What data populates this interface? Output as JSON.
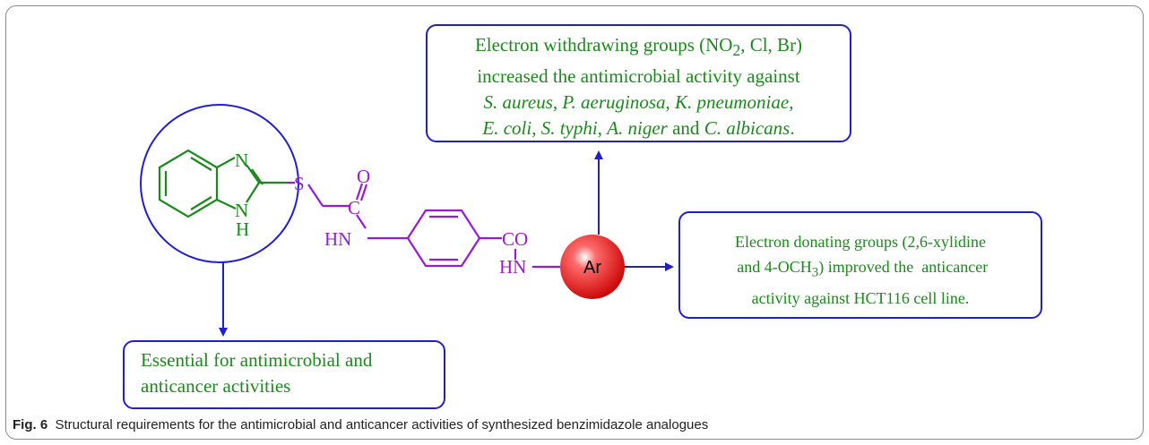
{
  "ewg_box": {
    "line1_pre": "Electron withdrawing groups (NO",
    "line1_sub": "2",
    "line1_post": ", Cl, Br)",
    "line2": "increased the antimicrobial activity against",
    "line3_org1": "S. aureus",
    "line3_sep1": ", ",
    "line3_org2": "P. aeruginosa",
    "line3_sep2": ", ",
    "line3_org3": "K. pneumoniae",
    "line3_sep3": ",",
    "line4_org1": "E. coli, S. typhi",
    "line4_sep1": ", ",
    "line4_org2": "A. niger",
    "line4_and": " and ",
    "line4_org3": "C. albicans",
    "line4_end": "."
  },
  "edg_box": {
    "line1": "Electron donating groups (2,6-xylidine",
    "line2_pre": " and 4-OCH",
    "line2_sub": "3",
    "line2_post": ") improved the  anticancer",
    "line3": "activity against HCT116 cell line."
  },
  "ess_box": {
    "line1": "Essential for antimicrobial and",
    "line2": "anticancer activities"
  },
  "molecule": {
    "n_top": "N",
    "n_bottom": "N",
    "h": "H",
    "s": "S",
    "o1": "O",
    "c1": "C",
    "hn1": "HN",
    "co": "CO",
    "hn2": "HN",
    "ar": "Ar"
  },
  "colors": {
    "benzimidazole": "#1a8a1a",
    "linker": "#9a1ad0",
    "arrows": "#1f1fd0",
    "box_border": "#1f1fd0",
    "ar_sphere": "#e82020"
  },
  "caption": {
    "label": "Fig. 6",
    "text": "  Structural requirements for the antimicrobial and anticancer activities of synthesized benzimidazole analogues"
  }
}
